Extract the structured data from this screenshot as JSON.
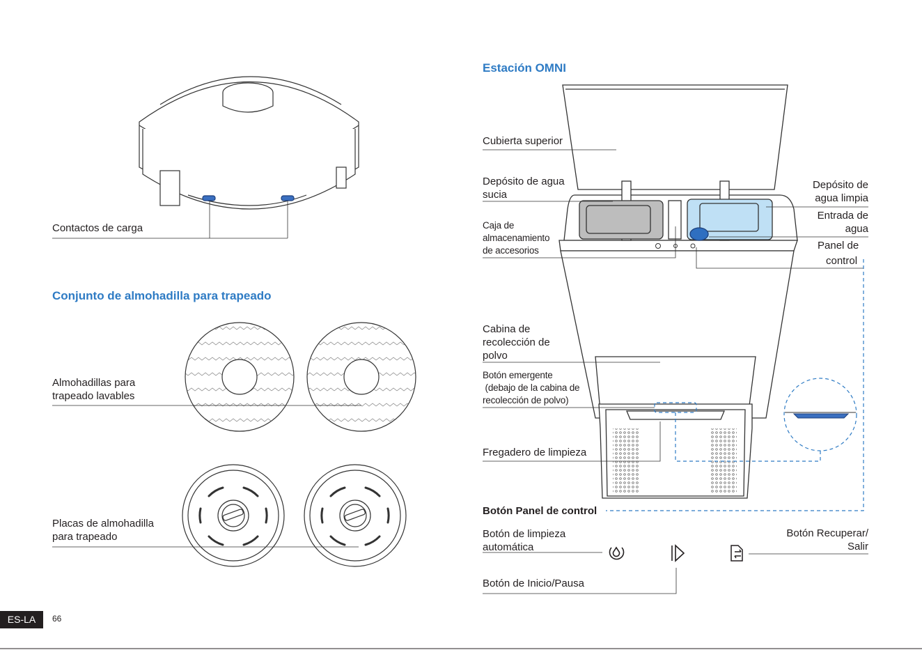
{
  "robot": {
    "charging_contacts_label": "Contactos de carga"
  },
  "mop_assembly": {
    "title": "Conjunto de almohadilla para trapeado",
    "pads_label_1": "Almohadillas para",
    "pads_label_2": "trapeado lavables",
    "plates_label_1": "Placas de almohadilla",
    "plates_label_2": "para trapeado"
  },
  "station": {
    "title": "Estación OMNI",
    "top_cover": "Cubierta superior",
    "dirty_tank_1": "Depósito de agua",
    "dirty_tank_2": "sucia",
    "clean_tank_1": "Depósito de",
    "clean_tank_2": "agua limpia",
    "water_inlet_1": "Entrada de",
    "water_inlet_2": "agua",
    "control_panel_1": "Panel de",
    "control_panel_2": "control",
    "storage_box_1": "Caja de",
    "storage_box_2": "almacenamiento",
    "storage_box_3": "de accesorios",
    "dust_cabin_1": "Cabina de",
    "dust_cabin_2": "recolección de",
    "dust_cabin_3": "polvo",
    "popup_1": "Botón emergente",
    "popup_2": " (debajo de la cabina de",
    "popup_3": "recolección de polvo)",
    "wash_basin": "Fregadero de limpieza"
  },
  "control_panel": {
    "title": "Botón Panel de control",
    "auto_clean_1": "Botón de limpieza",
    "auto_clean_2": "automática",
    "recover_1": "Botón Recuperar/",
    "recover_2": "Salir",
    "start_pause": "Botón de Inicio/Pausa"
  },
  "footer": {
    "lang": "ES-LA",
    "page": "66"
  },
  "colors": {
    "accent": "#2e7bc4",
    "clean_tank": "#bfe0f5",
    "dirty_tank": "#bdbdbd",
    "contact": "#3a6fc0"
  }
}
